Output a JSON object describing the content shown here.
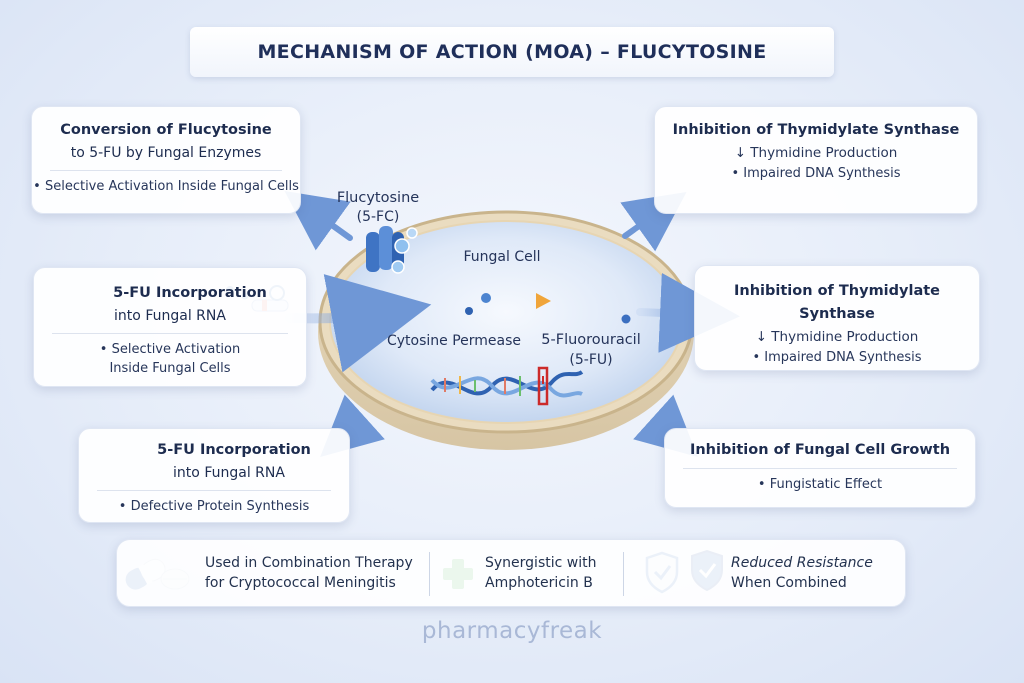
{
  "title": "MECHANISM OF ACTION (MOA) – FLUCYTOSINE",
  "cards": {
    "top_left": {
      "line1": "Conversion of Flucytosine",
      "line2": "to 5-FU by Fungal Enzymes",
      "bullet1": "Selective Activation Inside Fungal Cells"
    },
    "mid_left": {
      "line1": "5-FU Incorporation",
      "line2": "into Fungal RNA",
      "bullet1": "Selective Activation",
      "bullet1_cont": "Inside Fungal Cells"
    },
    "bottom_left": {
      "line1": "5-FU Incorporation",
      "line2": "into Fungal RNA",
      "bullet1": "Defective Protein Synthesis"
    },
    "top_right": {
      "line1": "Inhibition of Thymidylate Synthase",
      "line2": "↓ Thymidine Production",
      "bullet1": "Impaired DNA Synthesis"
    },
    "mid_right": {
      "line1": "Inhibition of Thymidylate Synthase",
      "line2": "↓ Thymidine Production",
      "bullet1": "Impaired DNA Synthesis"
    },
    "bottom_right": {
      "line1": "Inhibition of Fungal Cell Growth",
      "bullet1": "Fungistatic Effect"
    }
  },
  "cell": {
    "drug_label_1": "Flucytosine",
    "drug_label_2": "(5-FC)",
    "cell_label": "Fungal Cell",
    "permease_label": "Cytosine Permease",
    "metabolite_label_1": "5-Fluorouracil",
    "metabolite_label_2": "(5-FU)"
  },
  "bottom_bar": {
    "item1_line1": "Used in Combination Therapy",
    "item1_line2": "for Cryptococcal Meningitis",
    "item2_line1": "Synergistic with",
    "item2_line2": "Amphotericin B",
    "item3_line1": "Reduced Resistance",
    "item3_line2": "When Combined"
  },
  "footer": "pharmacyfreak",
  "colors": {
    "arrow_blue": "#6f97d6",
    "title_navy": "#1f2f5a",
    "plus_green": "#3aa84a",
    "accent_orange": "#f0a53a"
  }
}
